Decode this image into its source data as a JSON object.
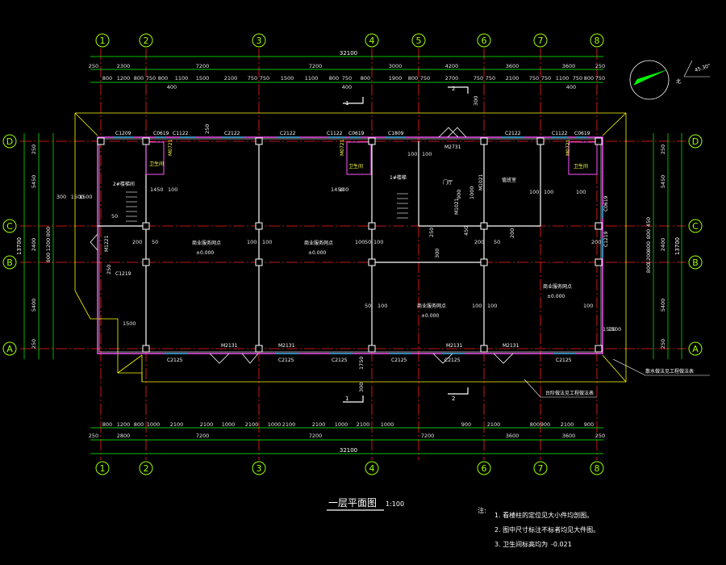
{
  "title": "一层平面图",
  "scale": "1:100",
  "notes_header": "注:",
  "notes": [
    "1. 看楼柱的定位见大小件均剖图。",
    "2. 图中尺寸标注不标者均见大件图。",
    "3. 卫生间标高均为",
    "-0.021"
  ],
  "axes_x": [
    "1",
    "2",
    "3",
    "4",
    "5",
    "6",
    "7",
    "8"
  ],
  "axes_y": [
    "D",
    "C",
    "B",
    "A"
  ],
  "overall_length": "32100",
  "overall_width": "13700",
  "top_dims_row1": [
    "250",
    "2300",
    "7200",
    "7200",
    "3000",
    "4200",
    "3600",
    "3600",
    "250"
  ],
  "top_dims_row2": [
    "800",
    "1200",
    "800",
    "750",
    "800",
    "1100",
    "1500",
    "2100",
    "750",
    "750",
    "1500",
    "1100",
    "800",
    "750",
    "800",
    "1900",
    "800",
    "750",
    "2700",
    "750",
    "750",
    "2100",
    "750",
    "750",
    "1100",
    "750",
    "800",
    "750"
  ],
  "top_dims_row3": [
    "400",
    "400",
    "400"
  ],
  "bottom_dims_row1": [
    "800",
    "1200",
    "800",
    "1000",
    "2100",
    "2100",
    "1000",
    "2100",
    "1000",
    "2100",
    "2100",
    "1000",
    "2100",
    "1000",
    "900",
    "2100",
    "800",
    "900",
    "2100",
    "900"
  ],
  "bottom_dims_row2": [
    "250",
    "2800",
    "7200",
    "7200",
    "7200",
    "3600",
    "3600",
    "250"
  ],
  "left_dims": [
    "250",
    "5450",
    "1500",
    "300",
    "2400",
    "800",
    "1200",
    "800",
    "5400",
    "250"
  ],
  "right_dims": [
    "250",
    "5450",
    "450",
    "800",
    "2400",
    "800",
    "1200",
    "800",
    "5400",
    "250",
    "1500"
  ],
  "windows": [
    "C1209",
    "C0619",
    "C1122",
    "C2122",
    "C2122",
    "C1122",
    "C0619",
    "C1809",
    "C2122",
    "C1122",
    "C0619",
    "C1219",
    "C1219",
    "C0619",
    "C2125",
    "C2125",
    "C2125",
    "C2125",
    "C2125",
    "C2125"
  ],
  "doors": [
    "M0721",
    "M0721",
    "M2731",
    "M1021",
    "M1021",
    "M0721",
    "M1221",
    "M2131",
    "M2131",
    "M2131",
    "M2131"
  ],
  "rooms": [
    {
      "name": "2#楼梯间"
    },
    {
      "name": "卫生间"
    },
    {
      "name": "卫生间"
    },
    {
      "name": "卫生间"
    },
    {
      "name": "1#楼梯"
    },
    {
      "name": "门厅"
    },
    {
      "name": "值班室"
    },
    {
      "name": "商业服务网点",
      "level": "±0.000"
    },
    {
      "name": "商业服务网点",
      "level": "±0.000"
    },
    {
      "name": "商业服务网点",
      "level": "±0.000"
    },
    {
      "name": "商业服务网点",
      "level": "±0.000"
    }
  ],
  "callouts": [
    "散水做法见工程做法表",
    "台阶做法见工程做法表"
  ],
  "section_marks": [
    "1",
    "2",
    "1",
    "2"
  ],
  "small_dims": [
    "1450",
    "100",
    "1450",
    "100",
    "100",
    "100",
    "100",
    "100",
    "100",
    "200",
    "50",
    "100",
    "100",
    "100",
    "100",
    "50",
    "200",
    "50",
    "50",
    "100",
    "100",
    "100",
    "100",
    "200",
    "50",
    "1500",
    "1500",
    "300",
    "250",
    "250",
    "250",
    "1500",
    "300",
    "1750",
    "300",
    "900",
    "1000",
    "200",
    "450"
  ],
  "compass_label": "北",
  "compass_angle": "45.30°",
  "colors": {
    "background": "#000000",
    "axis": "#9cff00",
    "wall": "#ffffff",
    "grid": "#ff2020",
    "outline": "#ffff00",
    "window": "#00e5ff",
    "partition": "#ff55ff",
    "dim": "#00ff00"
  }
}
